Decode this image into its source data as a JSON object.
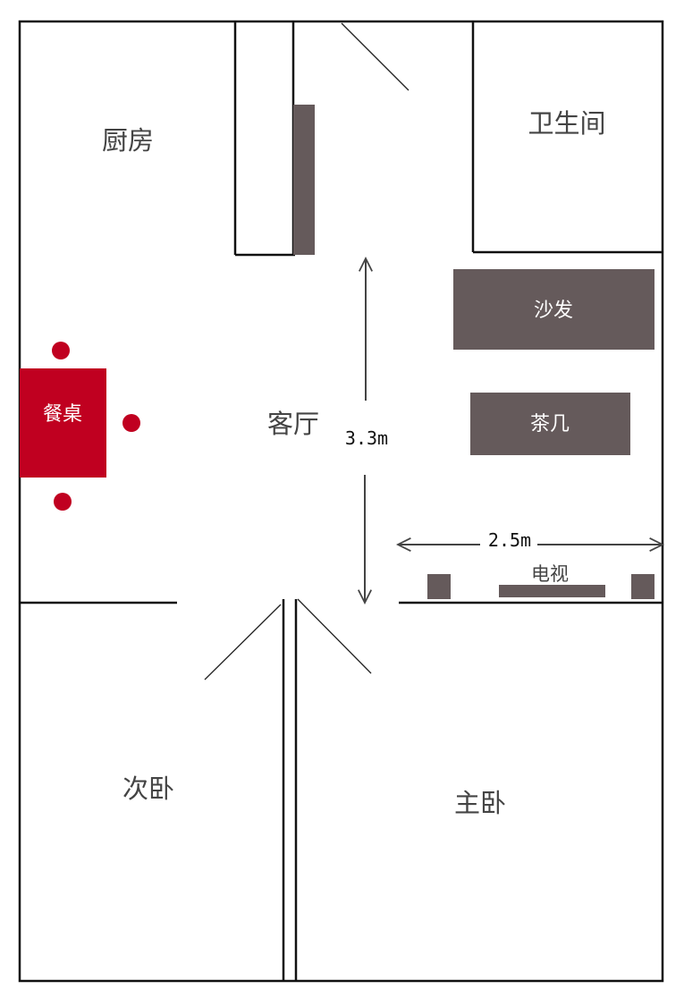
{
  "rooms": {
    "kitchen": "厨房",
    "bathroom": "卫生间",
    "living_room": "客厅",
    "second_bedroom": "次卧",
    "master_bedroom": "主卧"
  },
  "furniture": {
    "dining_table": "餐桌",
    "sofa": "沙发",
    "coffee_table": "茶几",
    "tv": "电视"
  },
  "dimensions": {
    "living_room_depth": "3.3m",
    "tv_wall_width": "2.5m"
  },
  "colors": {
    "furniture": "#655a5b",
    "dining": "#c00020",
    "wall": "#111111"
  }
}
